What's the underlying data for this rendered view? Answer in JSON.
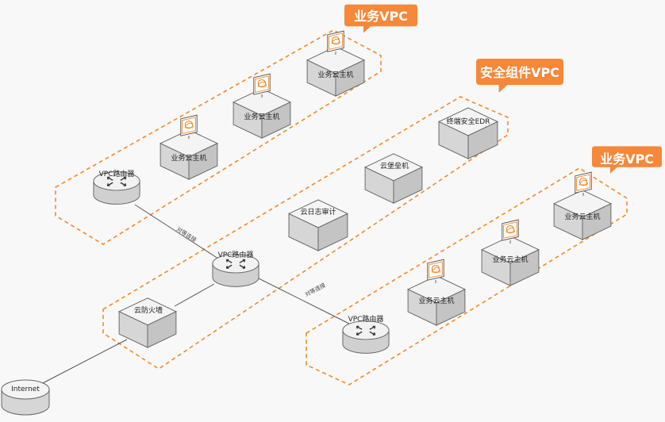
{
  "colors": {
    "accent": "#f5883a",
    "zone_border": "#f08a2c",
    "icon": "#f08a2c",
    "background": "#f8f8f8"
  },
  "tags": {
    "vpc_top": "业务VPC",
    "security": "安全组件VPC",
    "vpc_right": "业务VPC"
  },
  "nodes": {
    "host": "业务云主机",
    "router": "VPC路由器",
    "edr": "终端安全EDR",
    "bastion": "云堡垒机",
    "log_audit": "云日志审计",
    "firewall": "云防火墙",
    "internet": "Internet"
  },
  "links": {
    "cross_line": "对等连接"
  },
  "icons": {
    "host": "cloud-monitor-icon",
    "router": "router-arrows-icon"
  }
}
